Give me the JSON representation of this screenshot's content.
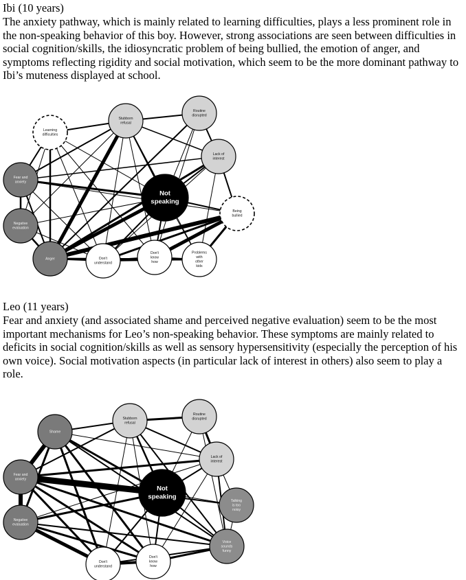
{
  "sections": [
    {
      "heading": "Ibi (10 years)",
      "paragraph": "The anxiety pathway, which is mainly related to learning difficulties, plays a less prominent role in the non-speaking behavior of this boy. However, strong associations are seen between difficulties in social cognition/skills, the idiosyncratic problem of being bullied, the emotion of anger, and symptoms reflecting rigidity and social motivation, which seem to be the more dominant pathway to Ibi’s muteness displayed at school.",
      "network": {
        "nodes": [
          {
            "id": "stubborn",
            "label": [
              "Stubborn",
              "refusal"
            ],
            "fill": "#d3d3d3",
            "dashed": false
          },
          {
            "id": "routine",
            "label": [
              "Routine",
              "disrupted"
            ],
            "fill": "#d3d3d3",
            "dashed": false
          },
          {
            "id": "learning",
            "label": [
              "Learning",
              "difficulties"
            ],
            "fill": "#ffffff",
            "dashed": true
          },
          {
            "id": "lack",
            "label": [
              "Lack of",
              "interest"
            ],
            "fill": "#d3d3d3",
            "dashed": false
          },
          {
            "id": "fear",
            "label": [
              "Fear and",
              "anxiety"
            ],
            "fill": "#7a7a7a",
            "dashed": false
          },
          {
            "id": "notspeak",
            "label": [
              "Not",
              "speaking"
            ],
            "fill": "#000000",
            "dashed": false,
            "center": true
          },
          {
            "id": "bullied",
            "label": [
              "Being",
              "bullied"
            ],
            "fill": "#ffffff",
            "dashed": true
          },
          {
            "id": "negeval",
            "label": [
              "Negative",
              "evaluation"
            ],
            "fill": "#7a7a7a",
            "dashed": false
          },
          {
            "id": "anger",
            "label": [
              "Anger"
            ],
            "fill": "#7a7a7a",
            "dashed": false
          },
          {
            "id": "dontund",
            "label": [
              "Don't",
              "understand"
            ],
            "fill": "#ffffff",
            "dashed": false
          },
          {
            "id": "dontknow",
            "label": [
              "Don't",
              "know",
              "how"
            ],
            "fill": "#ffffff",
            "dashed": false
          },
          {
            "id": "problems",
            "label": [
              "Problems",
              "with",
              "other",
              "kids"
            ],
            "fill": "#ffffff",
            "dashed": false
          }
        ],
        "edges": [
          [
            "stubborn",
            "routine",
            2
          ],
          [
            "routine",
            "lack",
            2
          ],
          [
            "lack",
            "bullied",
            2
          ],
          [
            "stubborn",
            "lack",
            1.5
          ],
          [
            "learning",
            "stubborn",
            2
          ],
          [
            "learning",
            "fear",
            2
          ],
          [
            "learning",
            "anger",
            2.5
          ],
          [
            "learning",
            "negeval",
            1
          ],
          [
            "learning",
            "notspeak",
            1
          ],
          [
            "learning",
            "dontund",
            1
          ],
          [
            "learning",
            "dontknow",
            1
          ],
          [
            "fear",
            "stubborn",
            2
          ],
          [
            "fear",
            "negeval",
            2.5
          ],
          [
            "fear",
            "anger",
            2
          ],
          [
            "fear",
            "notspeak",
            3
          ],
          [
            "fear",
            "lack",
            1.5
          ],
          [
            "fear",
            "bullied",
            1
          ],
          [
            "fear",
            "dontund",
            1
          ],
          [
            "negeval",
            "anger",
            2.5
          ],
          [
            "negeval",
            "notspeak",
            1
          ],
          [
            "negeval",
            "stubborn",
            1
          ],
          [
            "negeval",
            "dontund",
            1
          ],
          [
            "anger",
            "stubborn",
            5
          ],
          [
            "anger",
            "notspeak",
            5
          ],
          [
            "anger",
            "bullied",
            6
          ],
          [
            "anger",
            "lack",
            3
          ],
          [
            "anger",
            "routine",
            2
          ],
          [
            "anger",
            "dontund",
            2
          ],
          [
            "anger",
            "problems",
            3
          ],
          [
            "stubborn",
            "notspeak",
            2
          ],
          [
            "stubborn",
            "dontund",
            1
          ],
          [
            "stubborn",
            "dontknow",
            1
          ],
          [
            "stubborn",
            "problems",
            1
          ],
          [
            "routine",
            "notspeak",
            1
          ],
          [
            "routine",
            "dontknow",
            1
          ],
          [
            "lack",
            "dontund",
            1
          ],
          [
            "lack",
            "problems",
            1
          ],
          [
            "lack",
            "notspeak",
            2
          ],
          [
            "bullied",
            "dontund",
            3
          ],
          [
            "bullied",
            "dontknow",
            5
          ],
          [
            "bullied",
            "problems",
            3
          ],
          [
            "bullied",
            "notspeak",
            2
          ],
          [
            "notspeak",
            "dontund",
            2
          ],
          [
            "notspeak",
            "dontknow",
            2
          ],
          [
            "notspeak",
            "problems",
            1
          ],
          [
            "dontund",
            "dontknow",
            3
          ],
          [
            "dontknow",
            "problems",
            2
          ],
          [
            "dontund",
            "problems",
            2
          ]
        ]
      }
    },
    {
      "heading": "Leo (11 years)",
      "paragraph": "Fear and anxiety (and associated shame and perceived negative evaluation) seem to be the most important mechanisms for Leo’s non-speaking behavior. These symptoms are mainly related to deficits in social cognition/skills as well as sensory hypersensitivity (especially the perception of his own voice). Social motivation aspects (in particular lack of interest in others) also seem to play a role.",
      "network": {
        "nodes": [
          {
            "id": "stubborn",
            "label": [
              "Stubborn",
              "refusal"
            ],
            "fill": "#d3d3d3",
            "dashed": false
          },
          {
            "id": "routine",
            "label": [
              "Routine",
              "disrupted"
            ],
            "fill": "#d3d3d3",
            "dashed": false
          },
          {
            "id": "shame",
            "label": [
              "Shame"
            ],
            "fill": "#7a7a7a",
            "dashed": false
          },
          {
            "id": "lack",
            "label": [
              "Lack of",
              "interest"
            ],
            "fill": "#d3d3d3",
            "dashed": false
          },
          {
            "id": "fear",
            "label": [
              "Fear and",
              "anxiety"
            ],
            "fill": "#7a7a7a",
            "dashed": false
          },
          {
            "id": "notspeak",
            "label": [
              "Not",
              "speaking"
            ],
            "fill": "#000000",
            "dashed": false,
            "center": true
          },
          {
            "id": "talking",
            "label": [
              "Talking",
              "is too",
              "noisy"
            ],
            "fill": "#8c8c8c",
            "dashed": false
          },
          {
            "id": "negeval",
            "label": [
              "Negative",
              "evaluation"
            ],
            "fill": "#7a7a7a",
            "dashed": false
          },
          {
            "id": "voice",
            "label": [
              "Voice",
              "sounds",
              "funny"
            ],
            "fill": "#8c8c8c",
            "dashed": false
          },
          {
            "id": "dontund",
            "label": [
              "Don't",
              "understand"
            ],
            "fill": "#ffffff",
            "dashed": false
          },
          {
            "id": "dontknow",
            "label": [
              "Don't",
              "know",
              "how"
            ],
            "fill": "#ffffff",
            "dashed": false
          }
        ],
        "edges": [
          [
            "stubborn",
            "routine",
            3
          ],
          [
            "routine",
            "lack",
            3
          ],
          [
            "lack",
            "talking",
            1
          ],
          [
            "talking",
            "voice",
            1
          ],
          [
            "stubborn",
            "lack",
            2
          ],
          [
            "stubborn",
            "notspeak",
            2.5
          ],
          [
            "stubborn",
            "voice",
            2
          ],
          [
            "stubborn",
            "dontknow",
            1
          ],
          [
            "stubborn",
            "dontund",
            1
          ],
          [
            "shame",
            "stubborn",
            2
          ],
          [
            "shame",
            "fear",
            6
          ],
          [
            "shame",
            "negeval",
            3
          ],
          [
            "shame",
            "notspeak",
            3
          ],
          [
            "shame",
            "dontund",
            3
          ],
          [
            "shame",
            "dontknow",
            3
          ],
          [
            "shame",
            "voice",
            2
          ],
          [
            "shame",
            "lack",
            1
          ],
          [
            "fear",
            "negeval",
            6
          ],
          [
            "fear",
            "notspeak",
            9
          ],
          [
            "fear",
            "lack",
            3
          ],
          [
            "fear",
            "stubborn",
            2
          ],
          [
            "fear",
            "voice",
            3
          ],
          [
            "fear",
            "dontund",
            3
          ],
          [
            "fear",
            "dontknow",
            3
          ],
          [
            "fear",
            "talking",
            2
          ],
          [
            "negeval",
            "notspeak",
            3
          ],
          [
            "negeval",
            "dontund",
            5
          ],
          [
            "negeval",
            "dontknow",
            3
          ],
          [
            "negeval",
            "voice",
            2
          ],
          [
            "negeval",
            "lack",
            1
          ],
          [
            "routine",
            "notspeak",
            1
          ],
          [
            "routine",
            "voice",
            1
          ],
          [
            "lack",
            "notspeak",
            2
          ],
          [
            "lack",
            "voice",
            2
          ],
          [
            "lack",
            "dontknow",
            1
          ],
          [
            "notspeak",
            "dontund",
            2
          ],
          [
            "notspeak",
            "dontknow",
            2
          ],
          [
            "notspeak",
            "voice",
            2
          ],
          [
            "notspeak",
            "talking",
            1
          ],
          [
            "dontund",
            "dontknow",
            4
          ],
          [
            "dontknow",
            "voice",
            3
          ],
          [
            "dontund",
            "voice",
            2
          ]
        ]
      }
    }
  ]
}
